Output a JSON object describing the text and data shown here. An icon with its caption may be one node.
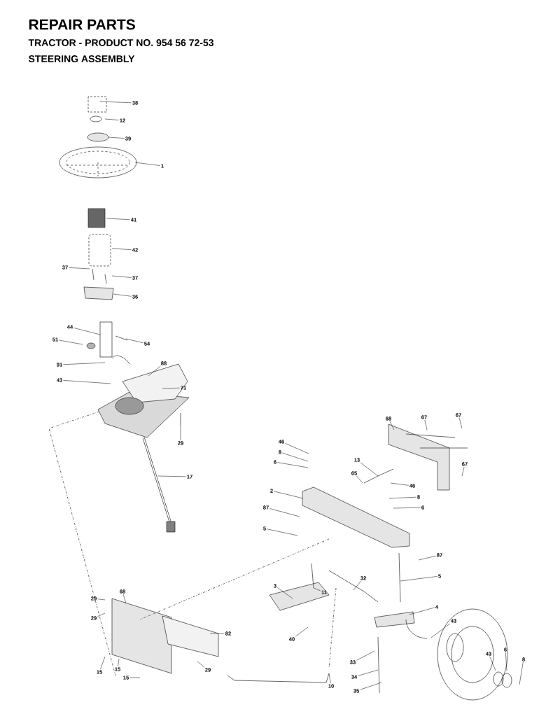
{
  "diagram": {
    "title": "REPAIR PARTS",
    "labels": [
      "TRACTOR - PRODUCT NO. 954 56 72-53",
      "STEERING ASSEMBLY"
    ],
    "nodes": [
      {
        "text": [
          "38"
        ]
      },
      {
        "text": [
          "12"
        ]
      },
      {
        "text": [
          "39"
        ]
      },
      {
        "text": [
          "1"
        ]
      },
      {
        "text": [
          "41"
        ]
      },
      {
        "text": [
          "42"
        ]
      },
      {
        "text": [
          "37"
        ]
      },
      {
        "text": [
          "37"
        ]
      },
      {
        "text": [
          "36"
        ]
      },
      {
        "text": [
          "44"
        ]
      },
      {
        "text": [
          "54"
        ]
      },
      {
        "text": [
          "51"
        ]
      },
      {
        "text": [
          "91"
        ]
      },
      {
        "text": [
          "88"
        ]
      },
      {
        "text": [
          "43"
        ]
      },
      {
        "text": [
          "71"
        ]
      },
      {
        "text": [
          "29"
        ]
      },
      {
        "text": [
          "17"
        ]
      },
      {
        "text": [
          "68"
        ]
      },
      {
        "text": [
          "67"
        ]
      },
      {
        "text": [
          "67"
        ]
      },
      {
        "text": [
          "46"
        ]
      },
      {
        "text": [
          "8"
        ]
      },
      {
        "text": [
          "6"
        ]
      },
      {
        "text": [
          "13"
        ]
      },
      {
        "text": [
          "65"
        ]
      },
      {
        "text": [
          "67"
        ]
      },
      {
        "text": [
          "2"
        ]
      },
      {
        "text": [
          "46"
        ]
      },
      {
        "text": [
          "8"
        ]
      },
      {
        "text": [
          "6"
        ]
      },
      {
        "text": [
          "87"
        ]
      },
      {
        "text": [
          "5"
        ]
      },
      {
        "text": [
          "87"
        ]
      },
      {
        "text": [
          "5"
        ]
      },
      {
        "text": [
          "3"
        ]
      },
      {
        "text": [
          "32"
        ]
      },
      {
        "text": [
          "11"
        ]
      },
      {
        "text": [
          "4"
        ]
      },
      {
        "text": [
          "68"
        ]
      },
      {
        "text": [
          "29"
        ]
      },
      {
        "text": [
          "29"
        ]
      },
      {
        "text": [
          "82"
        ]
      },
      {
        "text": [
          "40"
        ]
      },
      {
        "text": [
          "43"
        ]
      },
      {
        "text": [
          "43"
        ]
      },
      {
        "text": [
          "6"
        ]
      },
      {
        "text": [
          "8"
        ]
      },
      {
        "text": [
          "29"
        ]
      },
      {
        "text": [
          "15"
        ]
      },
      {
        "text": [
          "15"
        ]
      },
      {
        "text": [
          "15"
        ]
      },
      {
        "text": [
          "33"
        ]
      },
      {
        "text": [
          "34"
        ]
      },
      {
        "text": [
          "35"
        ]
      },
      {
        "text": [
          "10"
        ]
      }
    ],
    "edges": [
      {
        "from": 0,
        "to": null,
        "arrow": "none"
      },
      {
        "from": 1,
        "to": null,
        "arrow": "none"
      },
      {
        "from": 2,
        "to": null,
        "arrow": "none"
      },
      {
        "from": 3,
        "to": null,
        "arrow": "none"
      },
      {
        "from": 4,
        "to": null,
        "arrow": "none"
      },
      {
        "from": 5,
        "to": null,
        "arrow": "none"
      },
      {
        "from": 6,
        "to": null,
        "arrow": "none"
      },
      {
        "from": 7,
        "to": null,
        "arrow": "none"
      },
      {
        "from": 8,
        "to": null,
        "arrow": "none"
      },
      {
        "from": 9,
        "to": null,
        "arrow": "none"
      },
      {
        "from": 10,
        "to": null,
        "arrow": "none"
      },
      {
        "from": 11,
        "to": null,
        "arrow": "none"
      },
      {
        "from": 12,
        "to": null,
        "arrow": "none"
      },
      {
        "from": 13,
        "to": null,
        "arrow": "none"
      },
      {
        "from": 14,
        "to": null,
        "arrow": "none"
      },
      {
        "from": 15,
        "to": null,
        "arrow": "none"
      },
      {
        "from": 16,
        "to": null,
        "arrow": "none"
      },
      {
        "from": 17,
        "to": null,
        "arrow": "none"
      },
      {
        "from": 18,
        "to": null,
        "arrow": "none"
      },
      {
        "from": 19,
        "to": null,
        "arrow": "none"
      },
      {
        "from": 20,
        "to": null,
        "arrow": "none"
      },
      {
        "from": 21,
        "to": null,
        "arrow": "none"
      },
      {
        "from": 22,
        "to": null,
        "arrow": "none"
      },
      {
        "from": 23,
        "to": null,
        "arrow": "none"
      },
      {
        "from": 24,
        "to": null,
        "arrow": "none"
      },
      {
        "from": 25,
        "to": null,
        "arrow": "none"
      },
      {
        "from": 26,
        "to": null,
        "arrow": "none"
      },
      {
        "from": 27,
        "to": null,
        "arrow": "none"
      },
      {
        "from": 28,
        "to": null,
        "arrow": "none"
      },
      {
        "from": 29,
        "to": null,
        "arrow": "none"
      },
      {
        "from": 30,
        "to": null,
        "arrow": "none"
      },
      {
        "from": 31,
        "to": null,
        "arrow": "none"
      },
      {
        "from": 32,
        "to": null,
        "arrow": "none"
      },
      {
        "from": 33,
        "to": null,
        "arrow": "none"
      },
      {
        "from": 34,
        "to": null,
        "arrow": "none"
      },
      {
        "from": 35,
        "to": null,
        "arrow": "none"
      },
      {
        "from": 36,
        "to": null,
        "arrow": "none"
      },
      {
        "from": 37,
        "to": null,
        "arrow": "none"
      },
      {
        "from": 38,
        "to": null,
        "arrow": "none"
      },
      {
        "from": 39,
        "to": null,
        "arrow": "none"
      },
      {
        "from": 40,
        "to": null,
        "arrow": "none"
      },
      {
        "from": 41,
        "to": null,
        "arrow": "none"
      },
      {
        "from": 42,
        "to": null,
        "arrow": "none"
      },
      {
        "from": 43,
        "to": null,
        "arrow": "none"
      },
      {
        "from": 44,
        "to": null,
        "arrow": "none"
      },
      {
        "from": 45,
        "to": null,
        "arrow": "none"
      },
      {
        "from": 46,
        "to": null,
        "arrow": "none"
      },
      {
        "from": 47,
        "to": null,
        "arrow": "none"
      },
      {
        "from": 48,
        "to": null,
        "arrow": "none"
      },
      {
        "from": 49,
        "to": null,
        "arrow": "none"
      },
      {
        "from": 50,
        "to": null,
        "arrow": "none"
      },
      {
        "from": 51,
        "to": null,
        "arrow": "none"
      },
      {
        "from": 52,
        "to": null,
        "arrow": "none"
      },
      {
        "from": 53,
        "to": null,
        "arrow": "none"
      },
      {
        "from": 54,
        "to": null,
        "arrow": "none"
      },
      {
        "from": 55,
        "to": null,
        "arrow": "none"
      }
    ]
  }
}
